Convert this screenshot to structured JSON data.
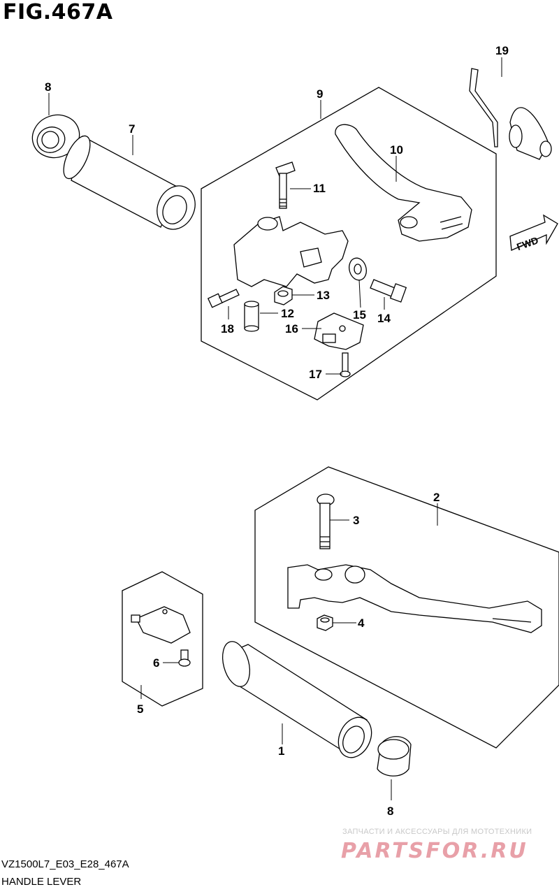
{
  "figure": {
    "title": "FIG.467A",
    "model_code": "VZ1500L7_E03_E28_467A",
    "name": "HANDLE LEVER"
  },
  "direction_badge": "FWD",
  "callouts": [
    "8",
    "7",
    "9",
    "10",
    "11",
    "13",
    "18",
    "12",
    "16",
    "15",
    "14",
    "17",
    "19",
    "2",
    "3",
    "4",
    "5",
    "6",
    "1",
    "8"
  ],
  "watermark": {
    "tagline": "ЗАПЧАСТИ И АКСЕССУАРЫ ДЛЯ МОТОТЕХНИКИ",
    "brand": "PARTSFOR.RU"
  },
  "colors": {
    "line": "#000000",
    "part_fill": "#ffffff",
    "watermark_text": "#c8c8c8",
    "watermark_brand": "#e8a0a8"
  }
}
